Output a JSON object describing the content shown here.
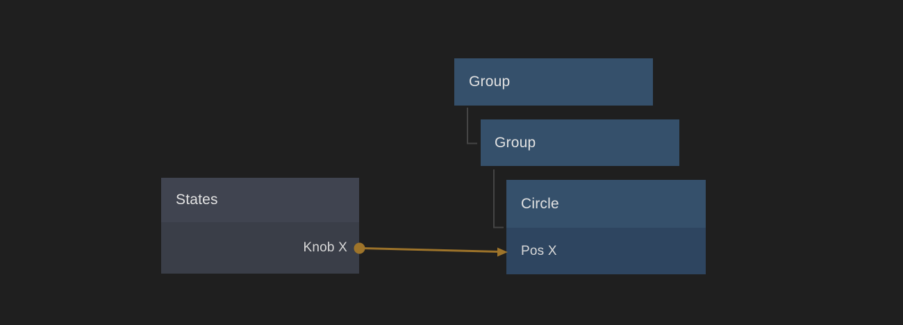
{
  "canvas": {
    "background": "#1f1f1f"
  },
  "colors": {
    "group_node": "#35506b",
    "circle_header": "#35506b",
    "circle_body": "#2e4560",
    "states_header": "#404450",
    "states_body": "#3a3e48",
    "hierarchy_line": "#454545",
    "connection": "#9e742a",
    "title_text": "#e2e2e2",
    "property_text": "#d8d8d8"
  },
  "nodes": {
    "group1": {
      "title": "Group"
    },
    "group2": {
      "title": "Group"
    },
    "circle": {
      "title": "Circle",
      "inputs": [
        "Pos X"
      ]
    },
    "states": {
      "title": "States",
      "outputs": [
        "Knob X"
      ]
    }
  },
  "connections": [
    {
      "from_node": "States",
      "from_port": "Knob X",
      "to_node": "Circle",
      "to_port": "Pos X"
    }
  ],
  "hierarchy": [
    {
      "parent": "Group",
      "child": "Group"
    },
    {
      "parent": "Group",
      "child": "Circle"
    }
  ]
}
